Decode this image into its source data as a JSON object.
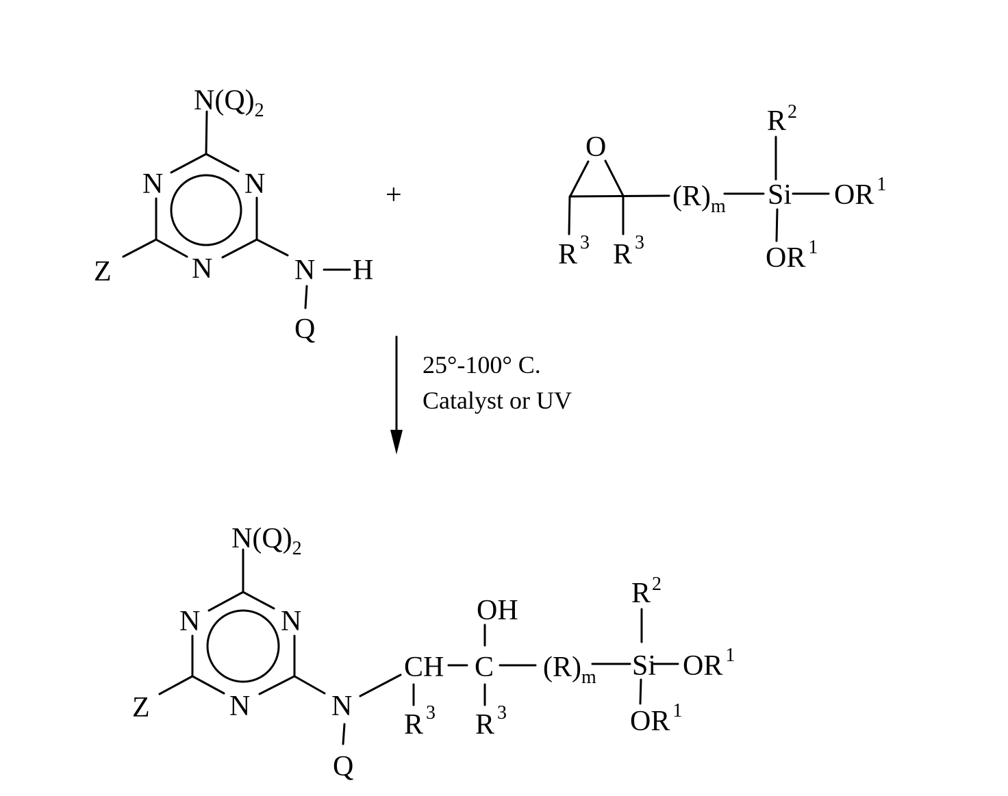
{
  "reactant_triazine": {
    "top_group": "N(Q)",
    "top_group_sub": "2",
    "ring_n_left": "N",
    "ring_n_right": "N",
    "ring_n_bottom": "N",
    "left_sub": "Z",
    "amine_n": "N",
    "amine_h": "H",
    "amine_q": "Q"
  },
  "plus_sign": "+",
  "reactant_epoxysilane": {
    "epoxide_o": "O",
    "r3_left": "R",
    "r3_left_sup": "3",
    "r3_right": "R",
    "r3_right_sup": "3",
    "linker": "(R)",
    "linker_sub": "m",
    "si": "Si",
    "r2": "R",
    "r2_sup": "2",
    "or1_right": "OR",
    "or1_right_sup": "1",
    "or1_bottom": "OR",
    "or1_bottom_sup": "1"
  },
  "reaction_conditions": {
    "temperature": "25°-100° C.",
    "catalyst": "Catalyst or UV"
  },
  "product": {
    "top_group": "N(Q)",
    "top_group_sub": "2",
    "ring_n_left": "N",
    "ring_n_right": "N",
    "ring_n_bottom": "N",
    "left_sub": "Z",
    "amine_n": "N",
    "amine_q": "Q",
    "ch": "CH",
    "ch_r3": "R",
    "ch_r3_sup": "3",
    "c": "C",
    "oh": "OH",
    "c_r3": "R",
    "c_r3_sup": "3",
    "linker": "(R)",
    "linker_sub": "m",
    "si": "Si",
    "r2": "R",
    "r2_sup": "2",
    "or1_right": "OR",
    "or1_right_sup": "1",
    "or1_bottom": "OR",
    "or1_bottom_sup": "1"
  }
}
